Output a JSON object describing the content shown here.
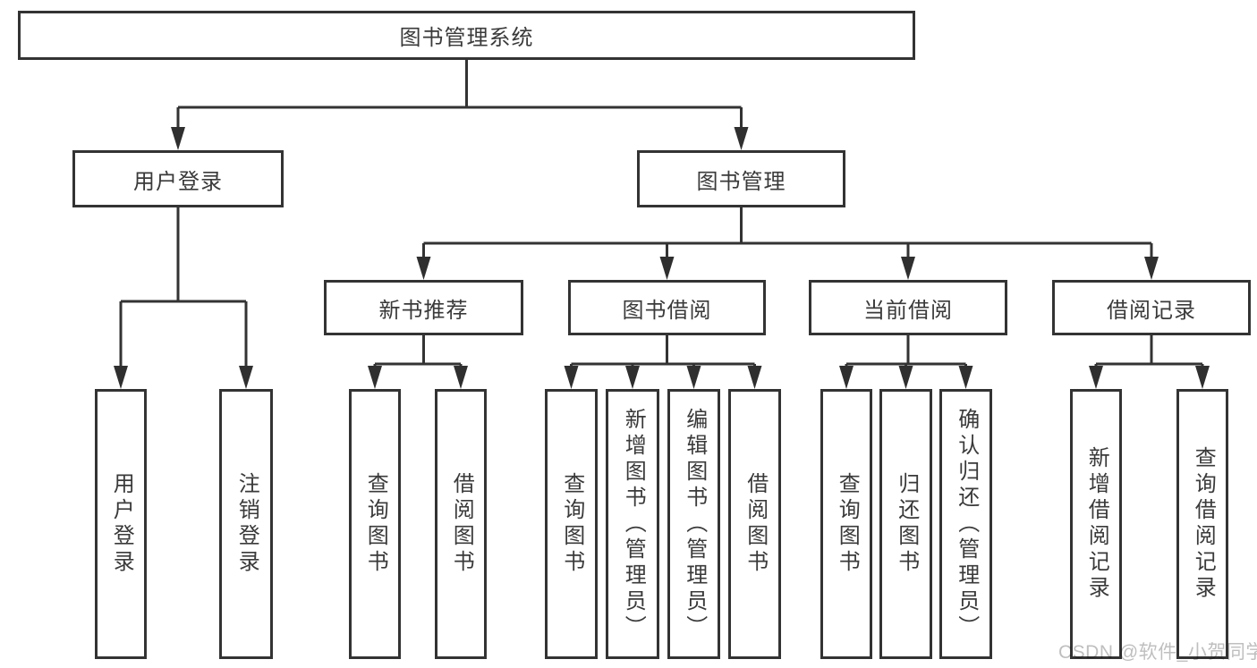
{
  "root": {
    "label": "图书管理系统"
  },
  "level2": {
    "user_login": {
      "label": "用户登录"
    },
    "book_mgmt": {
      "label": "图书管理"
    }
  },
  "level3": {
    "new_books": {
      "label": "新书推荐"
    },
    "book_borrow": {
      "label": "图书借阅"
    },
    "current_borrow": {
      "label": "当前借阅"
    },
    "borrow_records": {
      "label": "借阅记录"
    }
  },
  "leaves": {
    "user_login": {
      "label": "用户登录"
    },
    "logout": {
      "label": "注销登录"
    },
    "nb_query_books": {
      "label": "查询图书"
    },
    "nb_borrow_books": {
      "label": "借阅图书"
    },
    "bb_query_books": {
      "label": "查询图书"
    },
    "bb_add_books": {
      "label": "新增图书（管理员）"
    },
    "bb_edit_books": {
      "label": "编辑图书（管理员）"
    },
    "bb_borrow_books": {
      "label": "借阅图书"
    },
    "cb_query_books": {
      "label": "查询图书"
    },
    "cb_return_books": {
      "label": "归还图书"
    },
    "cb_confirm_return": {
      "label": "确认归还（管理员）"
    },
    "br_add_record": {
      "label": "新增借阅记录"
    },
    "br_query_record": {
      "label": "查询借阅记录"
    }
  },
  "watermark": {
    "text": "CSDN @软件_小贺同学"
  },
  "colors": {
    "line": "#333333",
    "text": "#3a3a3a",
    "box_background": "#ffffff",
    "watermark": "#bfbfbf"
  }
}
